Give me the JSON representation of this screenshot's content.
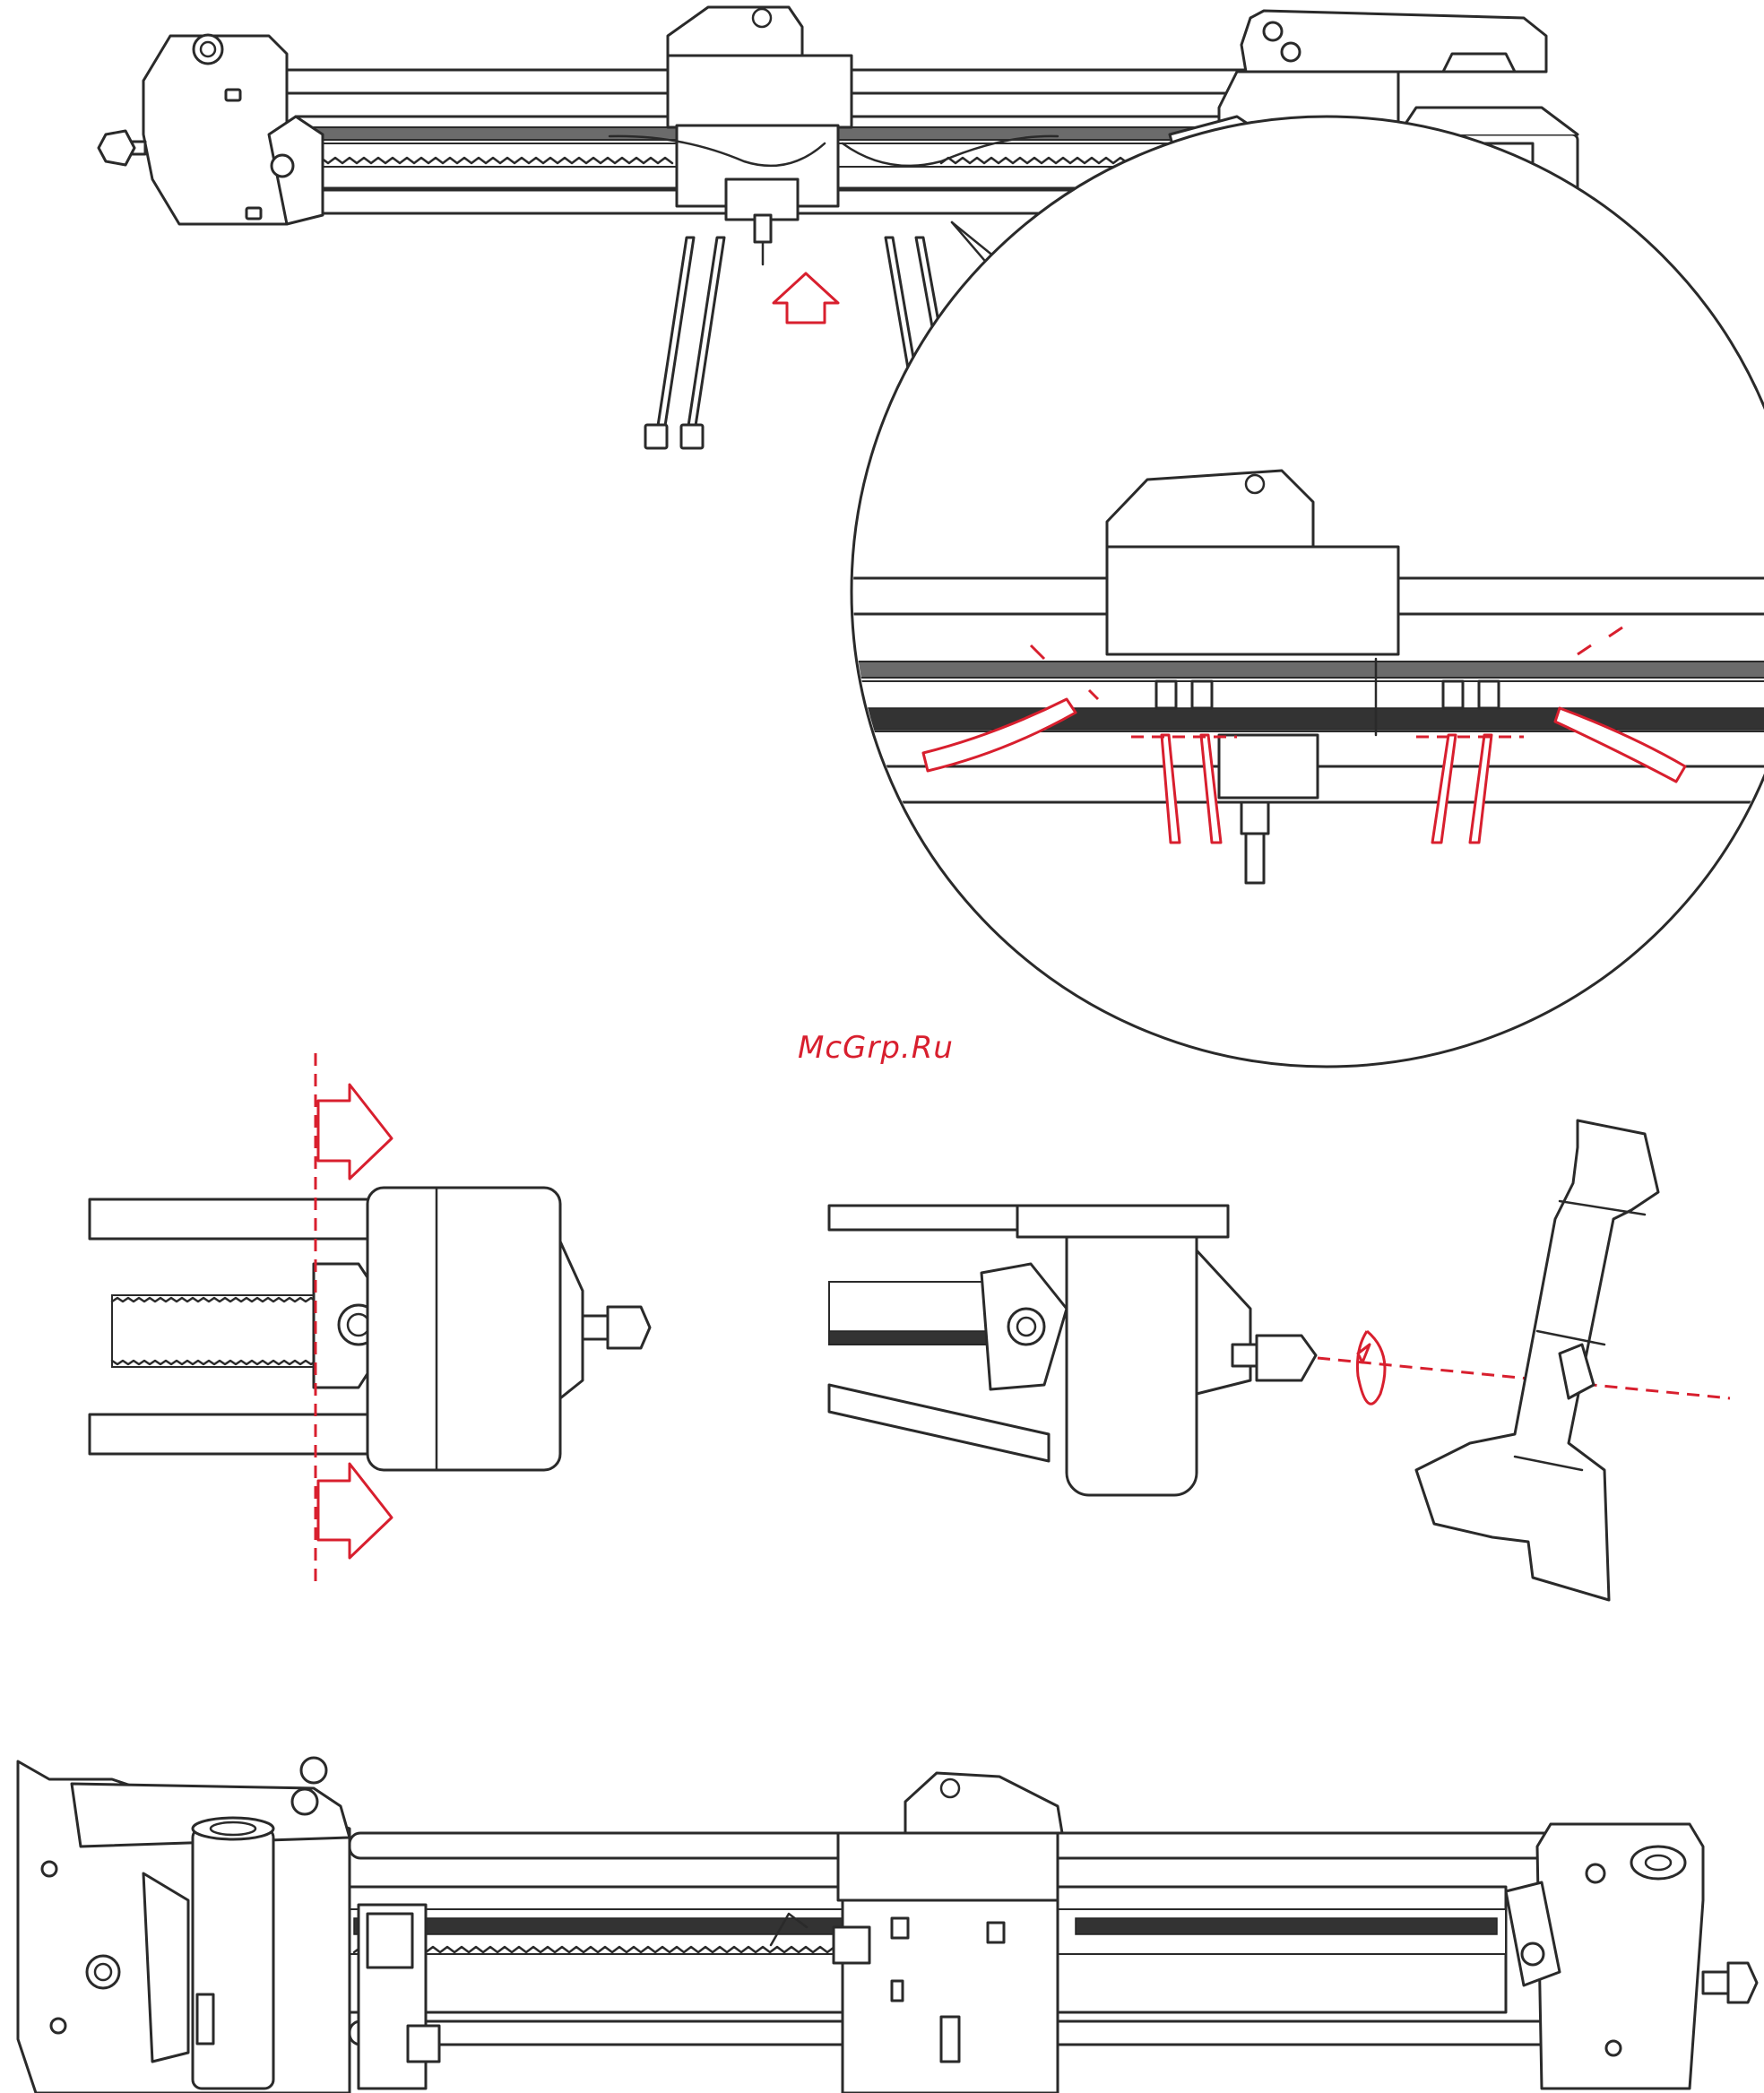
{
  "watermark": {
    "text": "McGrp.Ru",
    "color": "#d81f2e"
  },
  "colors": {
    "line": "#2a2a2a",
    "accent": "#d81f2e",
    "belt": "#6b6b6b"
  },
  "panels": [
    {
      "id": "top-assembly",
      "description_icons": [
        "up-arrow-icon",
        "zoom-callout-icon"
      ]
    },
    {
      "id": "end-cap-alignment",
      "description_icons": [
        "right-arrow-icon"
      ]
    },
    {
      "id": "nut-tightening",
      "description_icons": [
        "rotate-icon",
        "wrench-icon"
      ]
    },
    {
      "id": "final-assembly",
      "description_icons": []
    }
  ]
}
